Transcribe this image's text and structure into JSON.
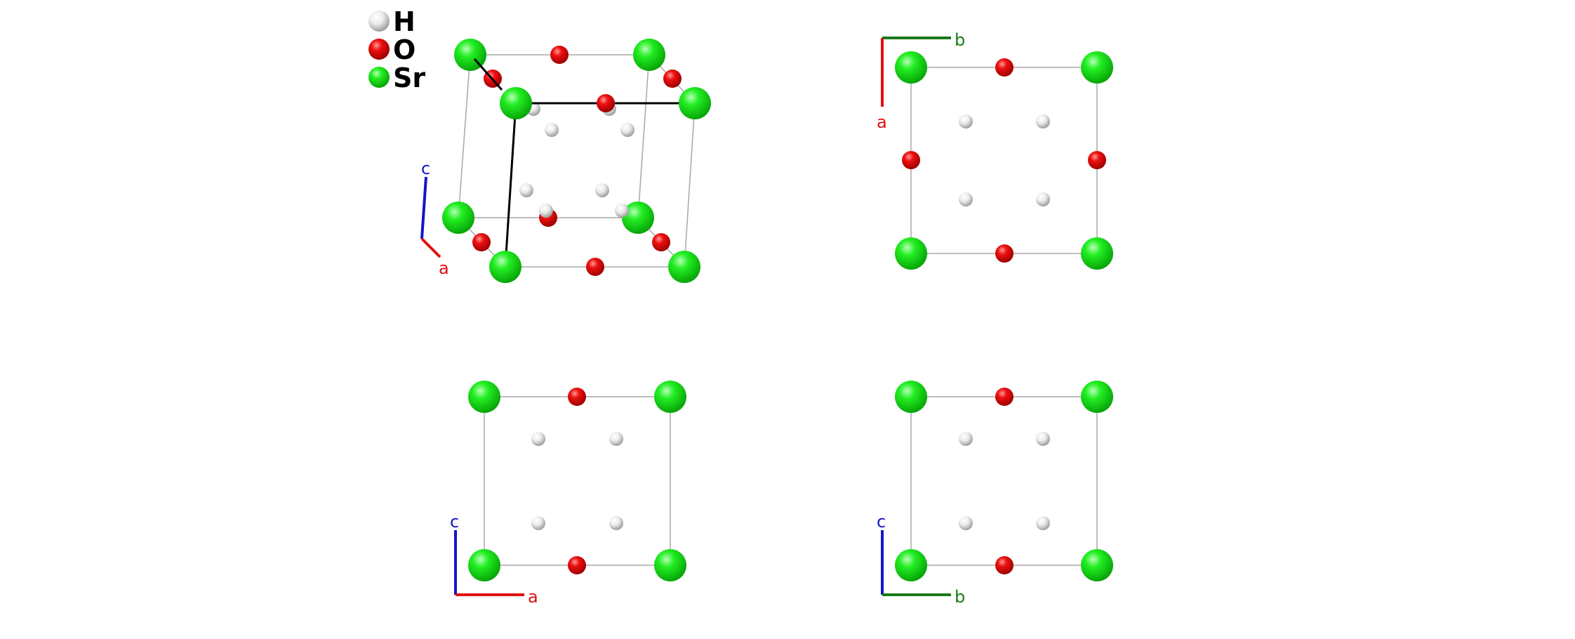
{
  "legend": [
    {
      "symbol": "H",
      "color": "#f4f4f4"
    },
    {
      "symbol": "O",
      "color": "#ff0d0d"
    },
    {
      "symbol": "Sr",
      "color": "#00ff00"
    }
  ],
  "axis_labels": {
    "a": "a",
    "b": "b",
    "c": "c"
  },
  "axis_colors": {
    "a": "#e01010",
    "b": "#1a7a1a",
    "c": "#1515c8"
  },
  "colors": {
    "cell_line": "#a8a8a8",
    "bond": "#000000"
  },
  "views": [
    {
      "name": "perspective",
      "axes": [
        "c",
        "a"
      ]
    },
    {
      "name": "projection-ab",
      "axes": [
        "b",
        "a"
      ]
    },
    {
      "name": "projection-ac",
      "axes": [
        "c",
        "a"
      ]
    },
    {
      "name": "projection-bc",
      "axes": [
        "c",
        "b"
      ]
    }
  ]
}
